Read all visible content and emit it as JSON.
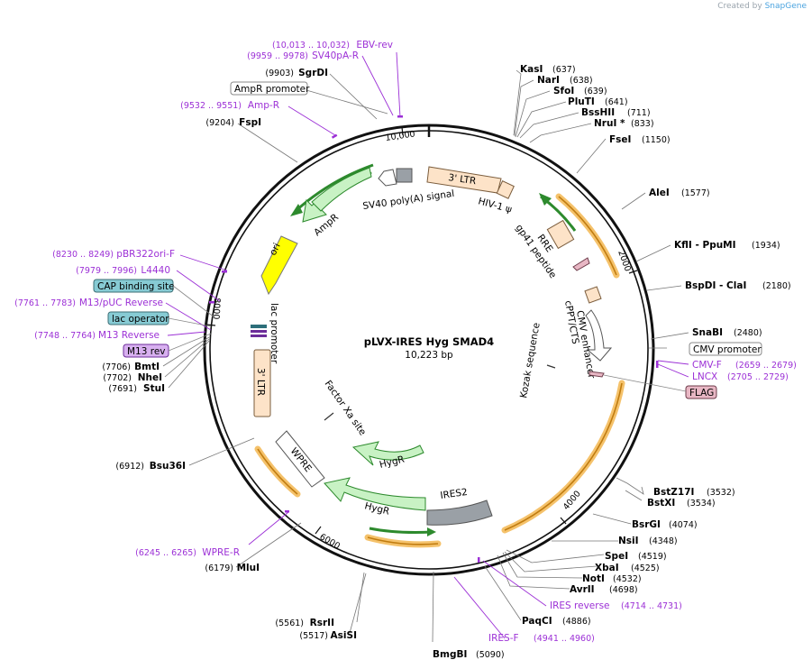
{
  "header": {
    "credit_prefix": "Created by",
    "credit_brand": "SnapGene"
  },
  "plasmid": {
    "name": "pLVX-IRES Hyg SMAD4",
    "length_label": "10,223 bp",
    "length": 10223
  },
  "ticks": [
    "10,000",
    "2000",
    "4000",
    "6000",
    "8000"
  ],
  "features": {
    "ltr3_top": "3' LTR",
    "hiv_psi": "HIV-1 ψ",
    "rre": "RRE",
    "gp41": "gp41 peptide",
    "cppt": "cPPT/CTS",
    "cmv_enh": "CMV enhancer",
    "kozak": "Kozak sequence",
    "ires2": "IRES2",
    "hygr_inner": "HygR",
    "hygr_outer": "HygR",
    "factor_xa": "Factor Xa site",
    "wpre": "WPRE",
    "ltr3_left": "3' LTR",
    "lac_promoter": "lac promoter",
    "ori": "ori",
    "ampr": "AmpR",
    "sv40": "SV40 poly(A) signal"
  },
  "boxed_labels": {
    "ampr_promoter": "AmpR promoter",
    "cap_site": "CAP binding site",
    "lac_operator": "lac operator",
    "m13_rev": "M13 rev",
    "cmv_promoter": "CMV promoter",
    "flag": "FLAG"
  },
  "enzymes": [
    {
      "name": "KasI",
      "pos": "(637)"
    },
    {
      "name": "NarI",
      "pos": "(638)"
    },
    {
      "name": "SfoI",
      "pos": "(639)"
    },
    {
      "name": "PluTI",
      "pos": "(641)"
    },
    {
      "name": "BssHII",
      "pos": "(711)"
    },
    {
      "name": "NruI *",
      "pos": "(833)"
    },
    {
      "name": "FseI",
      "pos": "(1150)"
    },
    {
      "name": "AleI",
      "pos": "(1577)"
    },
    {
      "name": "KflI  - PpuMI",
      "pos": "(1934)"
    },
    {
      "name": "BspDI  - ClaI",
      "pos": "(2180)"
    },
    {
      "name": "SnaBI",
      "pos": "(2480)"
    },
    {
      "name": "BstZ17I",
      "pos": "(3532)"
    },
    {
      "name": "BstXI",
      "pos": "(3534)"
    },
    {
      "name": "BsrGI",
      "pos": "(4074)"
    },
    {
      "name": "NsiI",
      "pos": "(4348)"
    },
    {
      "name": "SpeI",
      "pos": "(4519)"
    },
    {
      "name": "XbaI",
      "pos": "(4525)"
    },
    {
      "name": "NotI",
      "pos": "(4532)"
    },
    {
      "name": "AvrII",
      "pos": "(4698)"
    },
    {
      "name": "PaqCI",
      "pos": "(4886)"
    },
    {
      "name": "BmgBI",
      "pos": "(5090)"
    },
    {
      "name": "AsiSI",
      "pos": "(5517)"
    },
    {
      "name": "RsrII",
      "pos": "(5561)"
    },
    {
      "name": "MluI",
      "pos": "(6179)"
    },
    {
      "name": "Bsu36I",
      "pos": "(6912)"
    },
    {
      "name": "StuI",
      "pos": "(7691)"
    },
    {
      "name": "NheI",
      "pos": "(7702)"
    },
    {
      "name": "BmtI",
      "pos": "(7706)"
    },
    {
      "name": "FspI",
      "pos": "(9204)"
    },
    {
      "name": "SgrDI",
      "pos": "(9903)"
    }
  ],
  "primers": [
    {
      "name": "EBV-rev",
      "pos": "(10,013 .. 10,032)"
    },
    {
      "name": "SV40pA-R",
      "pos": "(9959 .. 9978)"
    },
    {
      "name": "Amp-R",
      "pos": "(9532 .. 9551)"
    },
    {
      "name": "pBR322ori-F",
      "pos": "(8230 .. 8249)"
    },
    {
      "name": "L4440",
      "pos": "(7979 .. 7996)"
    },
    {
      "name": "M13/pUC Reverse",
      "pos": "(7761 .. 7783)"
    },
    {
      "name": "M13 Reverse",
      "pos": "(7748 .. 7764)"
    },
    {
      "name": "CMV-F",
      "pos": "(2659 .. 2679)"
    },
    {
      "name": "LNCX",
      "pos": "(2705 .. 2729)"
    },
    {
      "name": "IRES reverse",
      "pos": "(4714 .. 4731)"
    },
    {
      "name": "IRES-F",
      "pos": "(4941 .. 4960)"
    },
    {
      "name": "WPRE-R",
      "pos": "(6245 .. 6265)"
    }
  ],
  "colors": {
    "primer": "#9c30d6",
    "ltr_fill": "#fde3c8",
    "ampr_fill": "#c8f2c4",
    "ampr_stroke": "#2d8a2d",
    "orf_highlight": "#f5c26b",
    "orf_line": "#c07c10",
    "ori_fill": "#ffff00",
    "ires_fill": "#9aa0a6",
    "boxed_teal": "#87cbd4",
    "boxed_purple": "#d8b0f0",
    "boxed_pink": "#e8b7c4"
  }
}
